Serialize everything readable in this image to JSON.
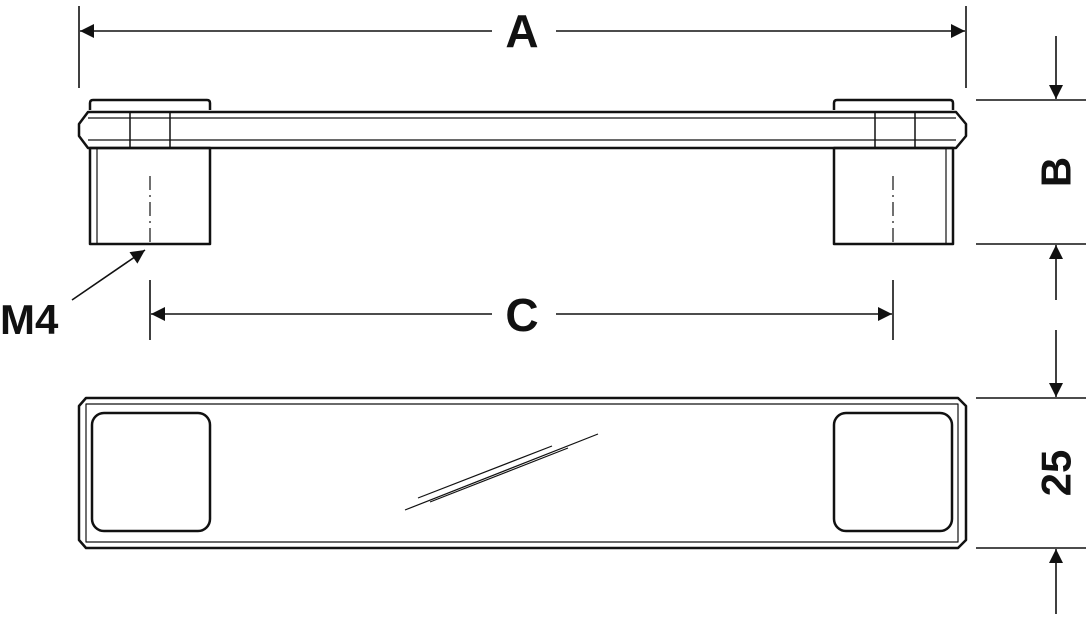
{
  "labels": {
    "a": "A",
    "b": "B",
    "c": "C",
    "thread": "M4",
    "width": "25"
  },
  "colors": {
    "ink": "#111111",
    "background": "#ffffff"
  }
}
